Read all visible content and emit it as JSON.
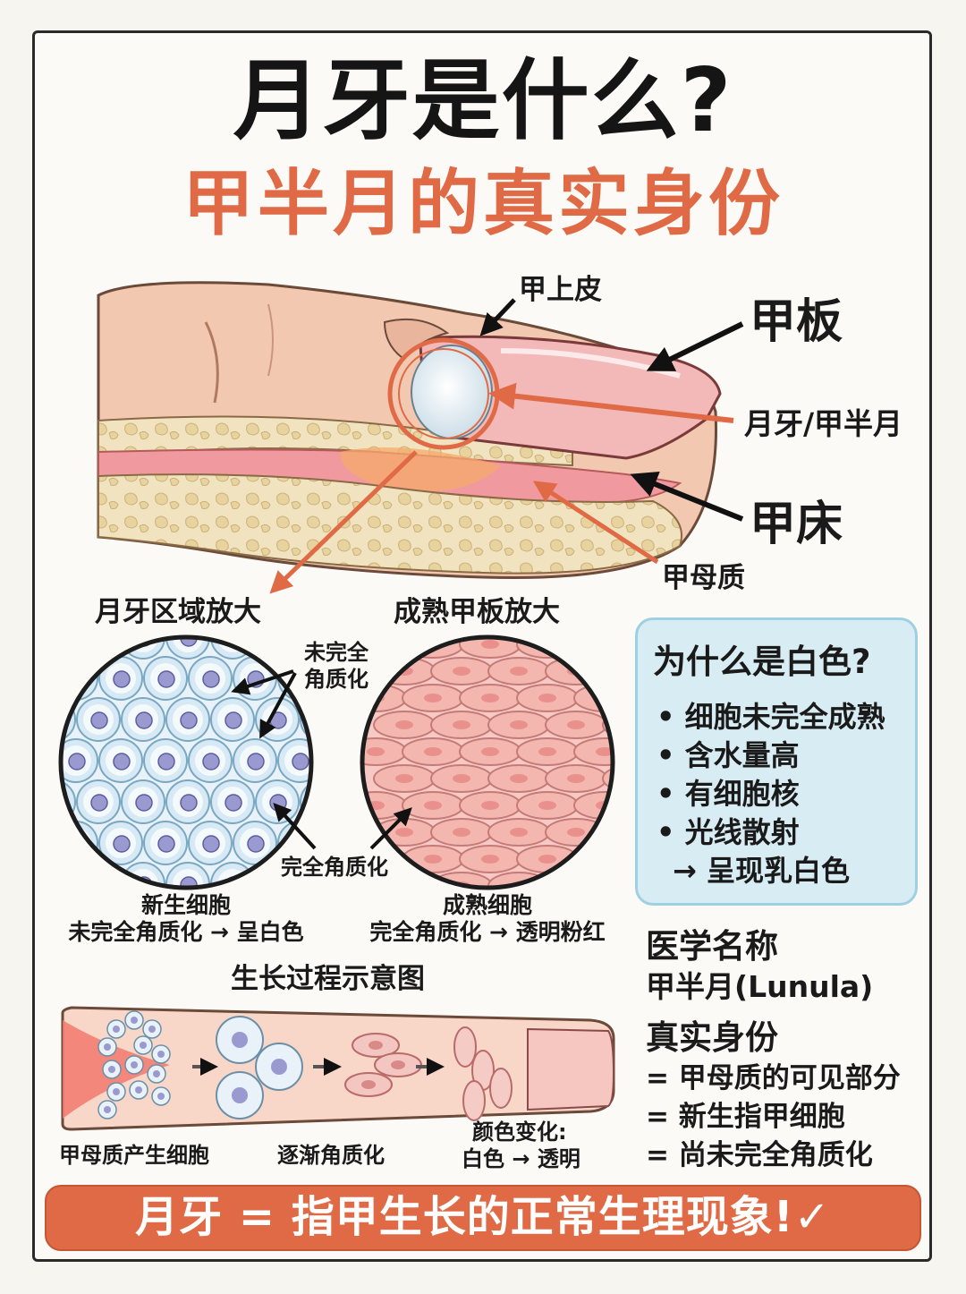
{
  "title": "月牙是什么?",
  "subtitle": "甲半月的真实身份",
  "anatomy": {
    "cuticle": "甲上皮",
    "nail_plate": "甲板",
    "lunula": "月牙/甲半月",
    "nail_bed": "甲床",
    "matrix": "甲母质"
  },
  "zoom_left": {
    "heading": "月牙区域放大",
    "note_incomplete": "未完全",
    "note_incomplete_2": "角质化",
    "note_complete": "完全角质化",
    "caption_1": "新生细胞",
    "caption_2": "未完全角质化 → 呈白色"
  },
  "zoom_right": {
    "heading": "成熟甲板放大",
    "caption_1": "成熟细胞",
    "caption_2": "完全角质化 → 透明粉红"
  },
  "why": {
    "title": "为什么是白色?",
    "items": [
      "• 细胞未完全成熟",
      "• 含水量高",
      "• 有细胞核",
      "• 光线散射",
      "→ 呈现乳白色"
    ]
  },
  "medical": {
    "heading": "医学名称",
    "value": "甲半月(Lunula)"
  },
  "identity": {
    "heading": "真实身份",
    "lines": [
      "= 甲母质的可见部分",
      "= 新生指甲细胞",
      "= 尚未完全角质化"
    ]
  },
  "growth": {
    "heading": "生长过程示意图",
    "stage_1": "甲母质产生细胞",
    "stage_2": "逐渐角质化",
    "stage_3a": "颜色变化:",
    "stage_3b": "白色 → 透明"
  },
  "banner": "月牙 = 指甲生长的正常生理现象!✓",
  "colors": {
    "accent": "#e06a45",
    "skin": "#f2c9b0",
    "nail_pink": "#f3b9b9",
    "cell_blue": "#d6e9f4",
    "nucleus": "#9a9ad0",
    "box_blue": "#d8ecf3"
  }
}
